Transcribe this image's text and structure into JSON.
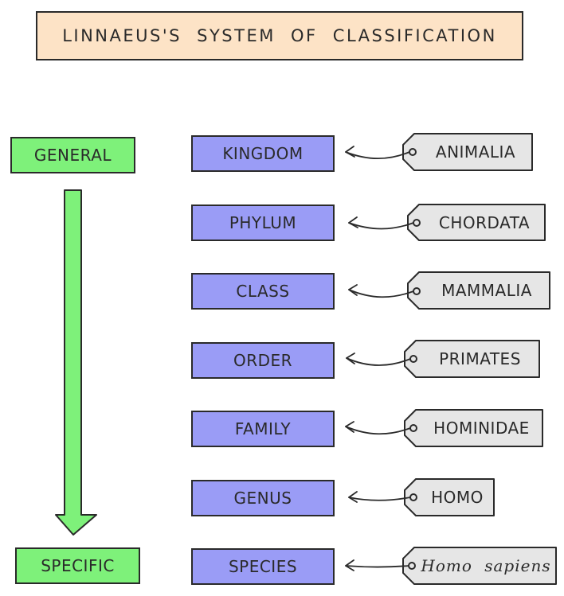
{
  "title": "LINNAEUS'S SYSTEM OF CLASSIFICATION",
  "scale": {
    "top_label": "GENERAL",
    "bottom_label": "SPECIFIC"
  },
  "ranks": [
    {
      "rank": "KINGDOM",
      "example": "ANIMALIA"
    },
    {
      "rank": "PHYLUM",
      "example": "CHORDATA"
    },
    {
      "rank": "CLASS",
      "example": "MAMMALIA"
    },
    {
      "rank": "ORDER",
      "example": "PRIMATES"
    },
    {
      "rank": "FAMILY",
      "example": "HOMINIDAE"
    },
    {
      "rank": "GENUS",
      "example": "HOMO"
    },
    {
      "rank": "SPECIES",
      "example": "Homo sapiens"
    }
  ],
  "colors": {
    "title_fill": "#fde3c6",
    "rank_fill": "#9a9cf6",
    "scale_fill": "#7ef17a",
    "tag_fill": "#e6e6e6",
    "outline": "#2a2a2a"
  }
}
